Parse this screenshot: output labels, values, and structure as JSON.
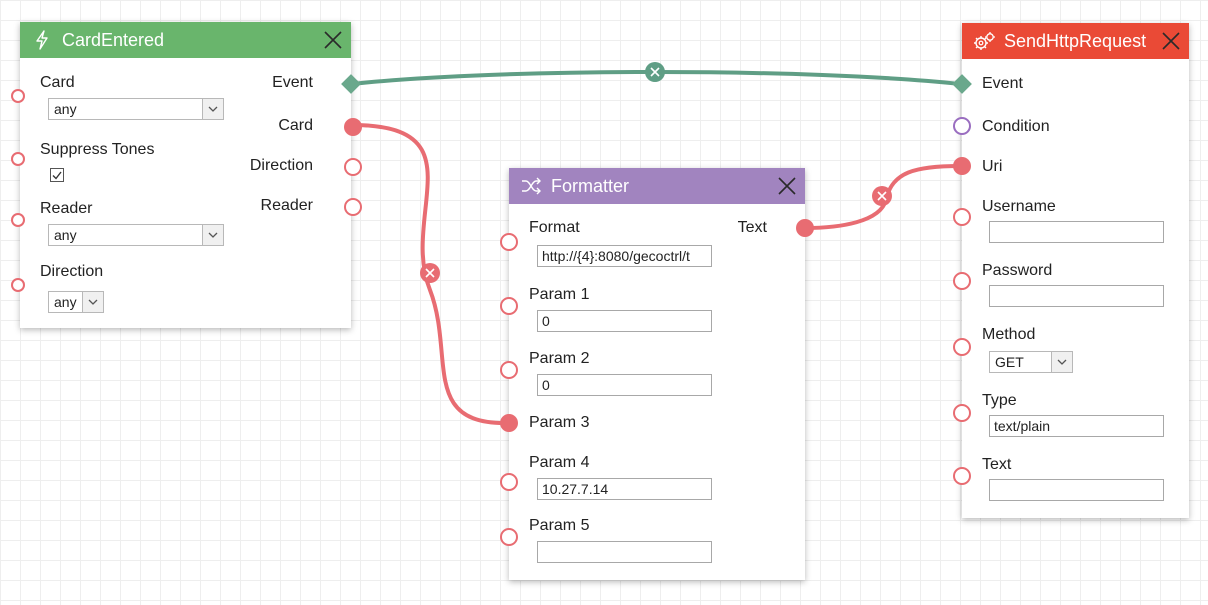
{
  "colors": {
    "event_wire": "#5f9e85",
    "data_wire": "#e86c72",
    "card_entered_header": "#69b56c",
    "formatter_header": "#a184bf",
    "send_http_header": "#ea4a36"
  },
  "card_entered": {
    "title": "CardEntered",
    "icon": "lightning-icon",
    "inputs": {
      "card_label": "Card",
      "card_value": "any",
      "suppress_tones_label": "Suppress Tones",
      "suppress_tones_checked": true,
      "reader_label": "Reader",
      "reader_value": "any",
      "direction_label": "Direction",
      "direction_value": "any"
    },
    "outputs": {
      "event_label": "Event",
      "card_label": "Card",
      "direction_label": "Direction",
      "reader_label": "Reader"
    }
  },
  "formatter": {
    "title": "Formatter",
    "icon": "shuffle-icon",
    "format_label": "Format",
    "format_value": "http://{4}:8080/gecoctrl/t",
    "text_label": "Text",
    "param1_label": "Param 1",
    "param1_value": "0",
    "param2_label": "Param 2",
    "param2_value": "0",
    "param3_label": "Param 3",
    "param4_label": "Param 4",
    "param4_value": "10.27.7.14",
    "param5_label": "Param 5",
    "param5_value": ""
  },
  "send_http": {
    "title": "SendHttpRequest",
    "icon": "gears-icon",
    "event_label": "Event",
    "condition_label": "Condition",
    "uri_label": "Uri",
    "username_label": "Username",
    "username_value": "",
    "password_label": "Password",
    "password_value": "",
    "method_label": "Method",
    "method_value": "GET",
    "type_label": "Type",
    "type_value": "text/plain",
    "text_label": "Text",
    "text_value": ""
  }
}
